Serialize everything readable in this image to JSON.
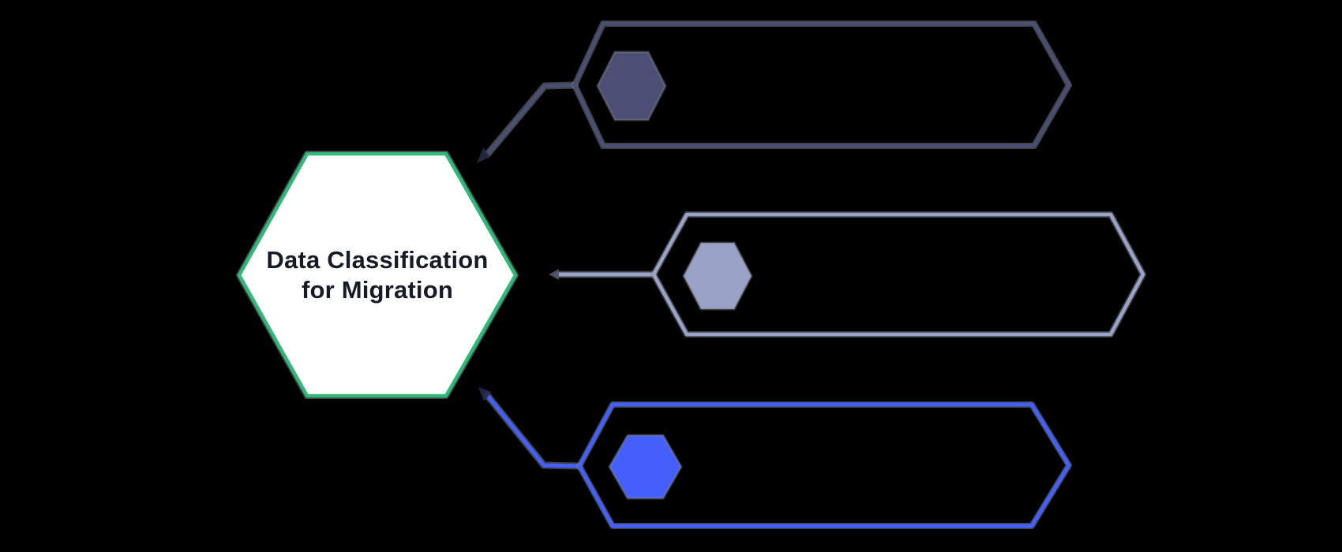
{
  "diagram": {
    "background_color": "#000000",
    "center": {
      "shape": "hexagon",
      "label_line1": "Data Classification",
      "label_line2": "for Migration",
      "fill_color": "#ffffff",
      "border_color": "#2fb878",
      "text_color": "#161b26"
    },
    "branches": [
      {
        "id": "top",
        "shape": "elongated-hexagon",
        "color": "#4a4f73",
        "icon": "hexagon-icon"
      },
      {
        "id": "middle",
        "shape": "elongated-hexagon",
        "color": "#9aa2c8",
        "icon": "hexagon-icon"
      },
      {
        "id": "bottom",
        "shape": "elongated-hexagon",
        "color": "#4560fa",
        "icon": "hexagon-icon"
      }
    ]
  }
}
